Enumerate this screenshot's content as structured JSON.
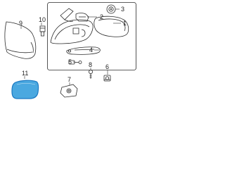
{
  "callouts": {
    "c1": "1",
    "c2": "2",
    "c3": "3",
    "c4": "4",
    "c5": "5",
    "c6": "6",
    "c7": "7",
    "c8": "8",
    "c9": "9",
    "c10": "10",
    "c11": "11"
  },
  "colors": {
    "line": "#2b2b2b",
    "highlight_stroke": "#1a78c2",
    "highlight_fill": "#4aa8e0"
  }
}
